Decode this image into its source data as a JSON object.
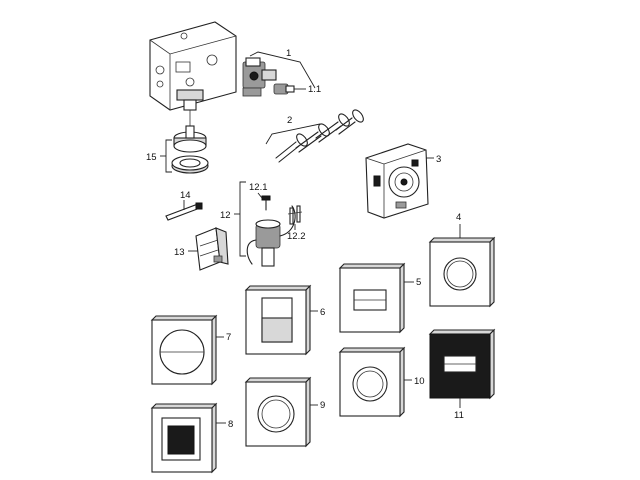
{
  "labels": {
    "l1": "1",
    "l1_1": "1.1",
    "l2": "2",
    "l3": "3",
    "l4": "4",
    "l5": "5",
    "l6": "6",
    "l7": "7",
    "l8": "8",
    "l9": "9",
    "l10": "10",
    "l11": "11",
    "l12": "12",
    "l12_1": "12.1",
    "l12_2": "12.2",
    "l13": "13",
    "l14": "14",
    "l15": "15"
  }
}
